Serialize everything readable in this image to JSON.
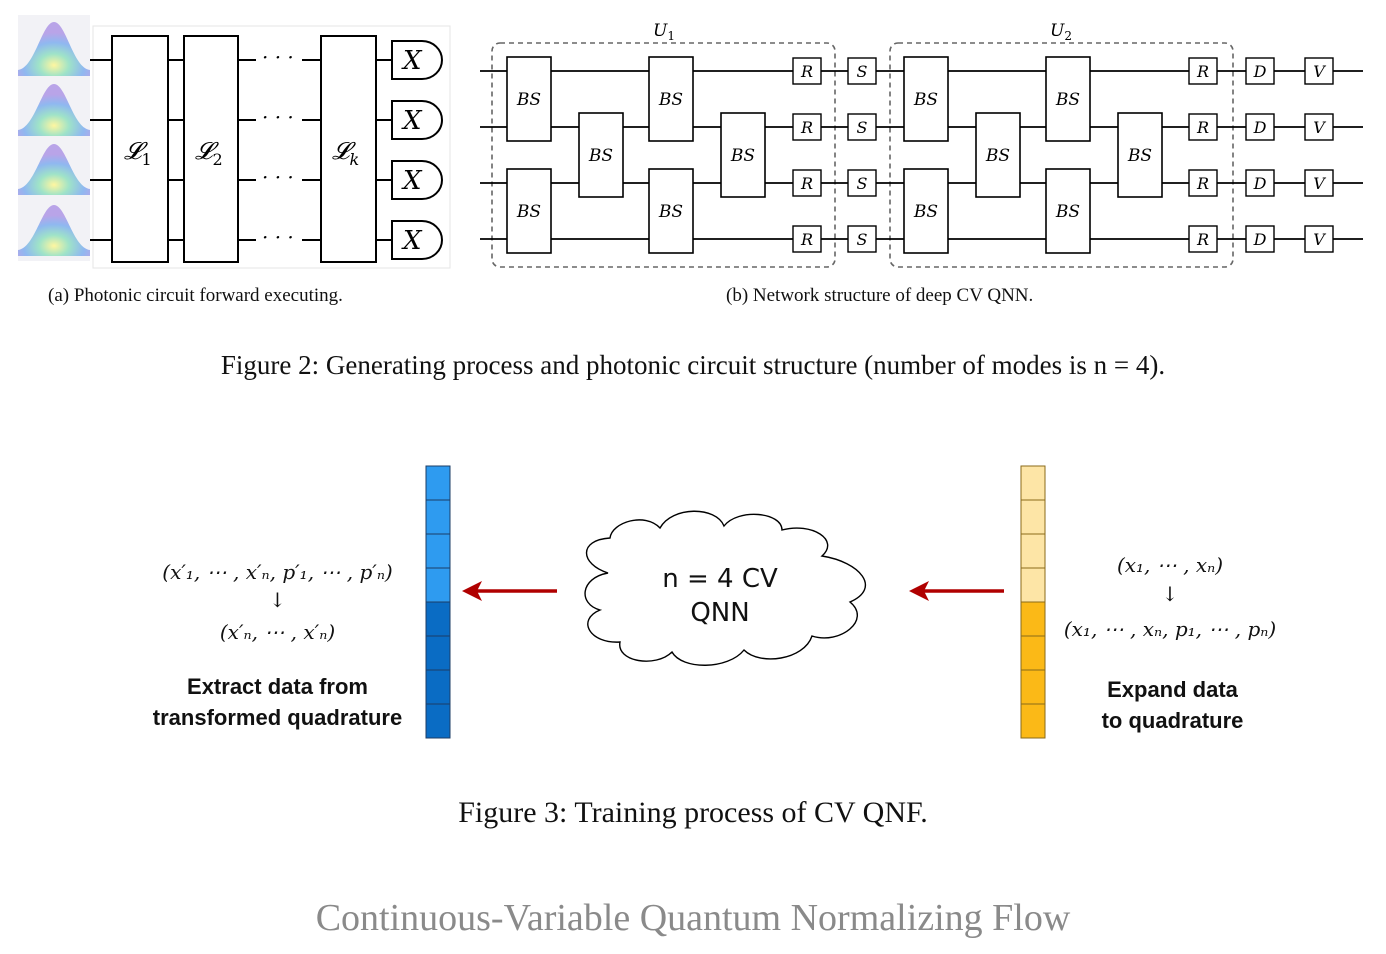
{
  "figure2": {
    "panel_a": {
      "caption": "(a) Photonic circuit forward executing.",
      "layers": [
        "𝓛",
        "𝓛",
        "𝓛"
      ],
      "layer_subs": [
        "1",
        "2",
        "k"
      ],
      "measure_label": "X",
      "dots": "· · ·"
    },
    "panel_b": {
      "caption": "(b) Network structure of deep CV QNN.",
      "block_labels": [
        "U",
        "U"
      ],
      "block_subs": [
        "1",
        "2"
      ],
      "bs_label": "BS",
      "gates": {
        "r": "R",
        "s": "S",
        "d": "D",
        "v": "V"
      }
    },
    "caption": "Figure 2: Generating process and photonic circuit structure (number of modes is n = 4)."
  },
  "figure3": {
    "left": {
      "formula_top": "(x′₁, ⋯ , x′ₙ, p′₁, ⋯ , p′ₙ)",
      "arrow": "↓",
      "formula_bottom": "(x′ₙ, ⋯ , x′ₙ)",
      "label_line1": "Extract data from",
      "label_line2": "transformed quadrature"
    },
    "cloud": {
      "line1": "n = 4 CV",
      "line2": "QNN"
    },
    "right": {
      "formula_top": "(x₁, ⋯ , xₙ)",
      "arrow": "↓",
      "formula_bottom": "(x₁, ⋯ , xₙ, p₁, ⋯ , pₙ)",
      "label_line1": "Expand data",
      "label_line2": "to quadrature"
    },
    "colors": {
      "left_light": "#2e9bf0",
      "left_dark": "#0a6cc4",
      "right_light": "#fde5a6",
      "right_dark": "#fbb917",
      "arrow": "#b00000"
    },
    "caption": "Figure 3: Training process of CV QNF."
  },
  "footer": {
    "title": "Continuous-Variable Quantum Normalizing Flow"
  }
}
